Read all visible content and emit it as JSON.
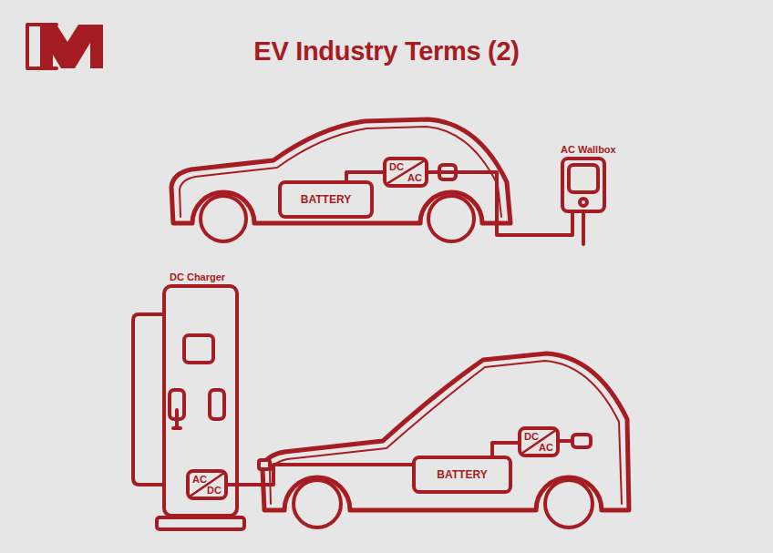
{
  "diagram": {
    "title": "EV Industry Terms (2)",
    "nodes": [
      {
        "text": [
          "BATTERY"
        ]
      },
      {
        "text": [
          "DC",
          "AC"
        ]
      },
      {
        "text": [
          "AC Wallbox"
        ]
      },
      {
        "text": [
          "DC Charger"
        ]
      },
      {
        "text": [
          "AC",
          "DC"
        ],
        "in": 3
      },
      {
        "text": [
          "BATTERY"
        ]
      },
      {
        "text": [
          "DC",
          "AC"
        ]
      }
    ],
    "edges": [
      {
        "from": 0,
        "to": 1,
        "arrow": "none"
      },
      {
        "from": 1,
        "to": 2,
        "arrow": "none"
      },
      {
        "from": 4,
        "to": 5,
        "arrow": "none"
      },
      {
        "from": 5,
        "to": 6,
        "arrow": "none"
      }
    ]
  }
}
